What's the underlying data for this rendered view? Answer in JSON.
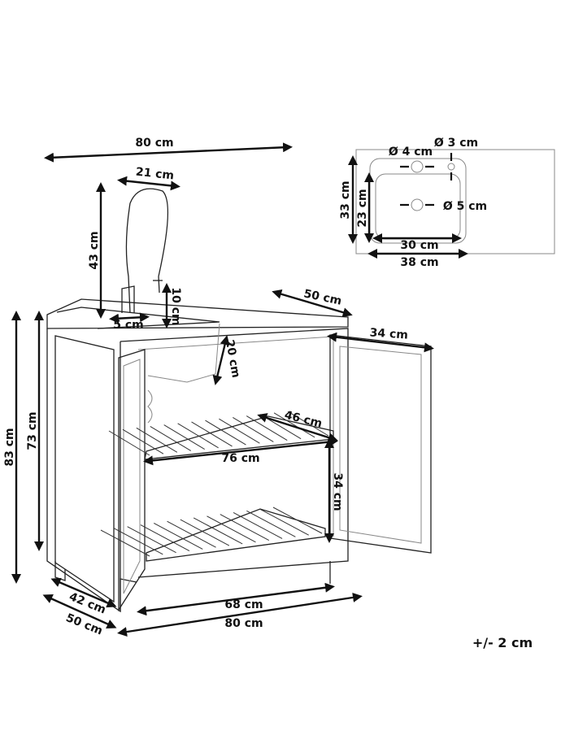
{
  "dimensions": {
    "overall_width_top": "80 cm",
    "faucet_reach": "21 cm",
    "faucet_height": "43 cm",
    "faucet_spout_height": "10 cm",
    "faucet_offset": "5 cm",
    "countertop_depth": "50 cm",
    "basin_depth": "20 cm",
    "door_width": "34 cm",
    "shelf_depth": "46 cm",
    "shelf_width": "76 cm",
    "shelf_spacing": "34 cm",
    "total_height": "83 cm",
    "body_height": "73 cm",
    "base_depth_inner": "42 cm",
    "base_depth_outer": "50 cm",
    "base_inner_width": "68 cm",
    "base_outer_width": "80 cm"
  },
  "sink_top_view": {
    "faucet_hole": "Ø 4 cm",
    "small_hole": "Ø 3 cm",
    "drain_hole": "Ø 5 cm",
    "outer_depth": "33 cm",
    "inner_depth": "23 cm",
    "inner_width": "30 cm",
    "outer_width": "38 cm"
  },
  "tolerance": "+/- 2 cm"
}
